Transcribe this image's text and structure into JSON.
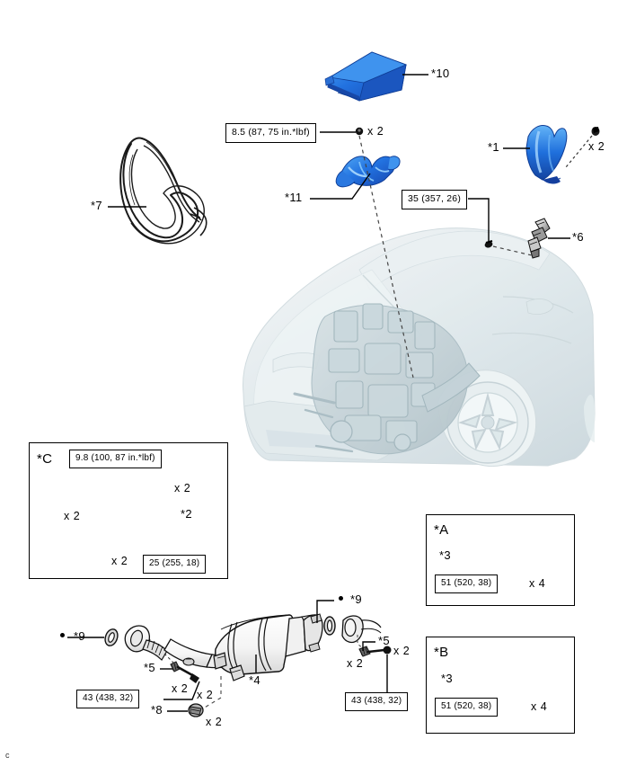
{
  "page": {
    "footer_mark": "c",
    "accent_blue": "#1f63d8",
    "accent_blue_light": "#3f97ef",
    "body_gray": "#dfe7ea",
    "line_color": "#000000"
  },
  "callouts": [
    {
      "id": "c10",
      "label": "*10"
    },
    {
      "id": "c1",
      "label": "*1"
    },
    {
      "id": "c11",
      "label": "*11"
    },
    {
      "id": "c7",
      "label": "*7"
    },
    {
      "id": "c6",
      "label": "*6"
    },
    {
      "id": "c2",
      "label": "*2"
    },
    {
      "id": "c4",
      "label": "*4"
    },
    {
      "id": "c8",
      "label": "*8"
    },
    {
      "id": "c9a",
      "label": "*9"
    },
    {
      "id": "c9b",
      "label": "*9"
    },
    {
      "id": "c5a",
      "label": "*5"
    },
    {
      "id": "c5b",
      "label": "*5"
    },
    {
      "id": "c3a",
      "label": "*3"
    },
    {
      "id": "c3b",
      "label": "*3"
    },
    {
      "id": "panelA",
      "label": "*A"
    },
    {
      "id": "panelB",
      "label": "*B"
    },
    {
      "id": "panelC",
      "label": "*C"
    }
  ],
  "torque_specs": [
    {
      "id": "t_8_5",
      "text": "8.5 (87, 75 in.*lbf)"
    },
    {
      "id": "t_35",
      "text": "35 (357, 26)"
    },
    {
      "id": "t_9_8",
      "text": "9.8 (100, 87 in.*lbf)"
    },
    {
      "id": "t_25",
      "text": "25 (255, 18)"
    },
    {
      "id": "t_43_l",
      "text": "43 (438, 32)"
    },
    {
      "id": "t_43_r",
      "text": "43 (438, 32)"
    },
    {
      "id": "t_51_a",
      "text": "51 (520, 38)"
    },
    {
      "id": "t_51_b",
      "text": "51 (520, 38)"
    }
  ],
  "quantities": [
    {
      "id": "q_top_x2",
      "text": "x 2"
    },
    {
      "id": "q_part1_x2",
      "text": "x 2"
    },
    {
      "id": "q_c_top_x2",
      "text": "x 2"
    },
    {
      "id": "q_c_left_x2",
      "text": "x 2"
    },
    {
      "id": "q_c_bot_x2",
      "text": "x 2"
    },
    {
      "id": "q_ex_l1_x2",
      "text": "x 2"
    },
    {
      "id": "q_ex_l2_x2",
      "text": "x 2"
    },
    {
      "id": "q_ex_8_x2",
      "text": "x 2"
    },
    {
      "id": "q_ex_r1_x2",
      "text": "x 2"
    },
    {
      "id": "q_ex_r2_x2",
      "text": "x 2"
    },
    {
      "id": "q_a_x4",
      "text": "x 4"
    },
    {
      "id": "q_b_x4",
      "text": "x 4"
    }
  ],
  "panels": {
    "a": {
      "label": "*A",
      "part_ref": "*3",
      "torque": "51 (520, 38)",
      "qty": "x 4"
    },
    "b": {
      "label": "*B",
      "part_ref": "*3",
      "torque": "51 (520, 38)",
      "qty": "x 4"
    },
    "c": {
      "label": "*C",
      "part_ref": "*2",
      "torque_top": "9.8 (100, 87 in.*lbf)",
      "torque_bottom": "25 (255, 18)",
      "qty_top": "x 2",
      "qty_left": "x 2",
      "qty_bottom": "x 2"
    }
  },
  "exhaust": {
    "muffler_ref": "*4",
    "gasket_left_ref": "*9",
    "gasket_right_ref": "*9",
    "bolt_left_ref": "*5",
    "bolt_right_ref": "*5",
    "nut_ref": "*8",
    "torque_left": "43 (438, 32)",
    "torque_right": "43 (438, 32)"
  },
  "top_assembly": {
    "cover_ref": "*10",
    "duct_ref": "*1",
    "bracket_ref": "*11",
    "bracket_torque": "8.5 (87, 75 in.*lbf)",
    "bracket_qty": "x 2",
    "duct_qty": "x 2",
    "belt_ref": "*7",
    "sensor_ref": "*6",
    "sensor_torque": "35 (357, 26)"
  }
}
